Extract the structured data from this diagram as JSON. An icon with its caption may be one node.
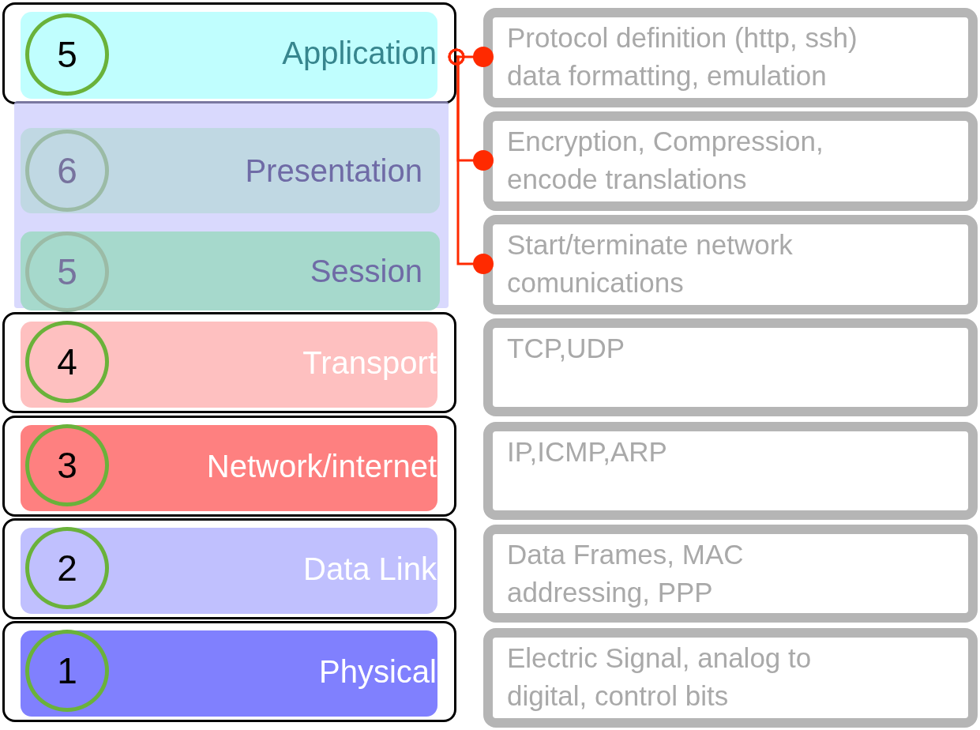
{
  "diagram": {
    "nodes": [
      {
        "text": [
          "Application"
        ]
      },
      {
        "text": [
          "5"
        ],
        "in": 0
      },
      {
        "text": [],
        "shape": "box"
      },
      {
        "text": [
          "Presentation"
        ],
        "in": 2
      },
      {
        "text": [
          "6"
        ],
        "in": 3
      },
      {
        "text": [
          "Session"
        ],
        "in": 2
      },
      {
        "text": [
          "5"
        ],
        "in": 5
      },
      {
        "text": [
          "Transport"
        ]
      },
      {
        "text": [
          "4"
        ],
        "in": 7
      },
      {
        "text": [
          "Network/internet"
        ]
      },
      {
        "text": [
          "3"
        ],
        "in": 9
      },
      {
        "text": [
          "Data Link"
        ]
      },
      {
        "text": [
          "2"
        ],
        "in": 11
      },
      {
        "text": [
          "Physical"
        ]
      },
      {
        "text": [
          "1"
        ],
        "in": 13
      },
      {
        "text": [
          "Protocol definition (http, ssh) data formatting, emulation"
        ]
      },
      {
        "text": [
          "Encryption, Compression, encode translations"
        ]
      },
      {
        "text": [
          "Start/terminate network comunications"
        ]
      },
      {
        "text": [
          "TCP,UDP"
        ]
      },
      {
        "text": [
          "IP,ICMP,ARP"
        ]
      },
      {
        "text": [
          "Data Frames, MAC addressing, PPP"
        ]
      },
      {
        "text": [
          "Electric Signal, analog to digital, control bits"
        ]
      }
    ],
    "edges": [
      {
        "from": 0,
        "to": 15,
        "arrow": "other",
        "color": "#ff2a00"
      },
      {
        "from": 0,
        "to": 16,
        "arrow": "other",
        "color": "#ff2a00"
      },
      {
        "from": 0,
        "to": 17,
        "arrow": "other",
        "color": "#ff2a00"
      }
    ]
  }
}
